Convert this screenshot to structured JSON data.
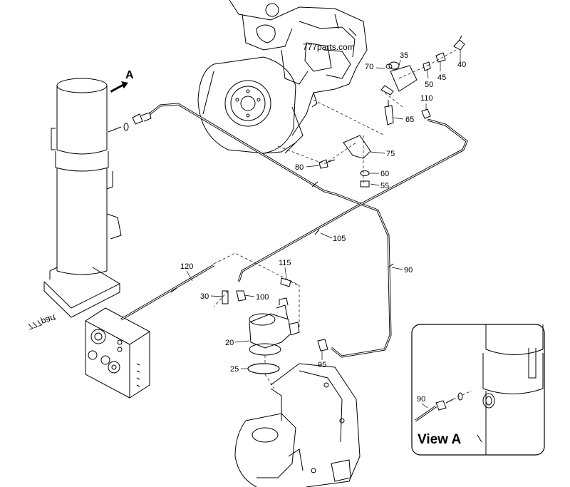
{
  "callouts": {
    "c20": "20",
    "c25": "25",
    "c30": "30",
    "c35": "35",
    "c40": "40",
    "c45": "45",
    "c50": "50",
    "c55": "55",
    "c60": "60",
    "c65": "65",
    "c70": "70",
    "c75": "75",
    "c80": "80",
    "c90": "90",
    "c95": "95",
    "c100": "100",
    "c105": "105",
    "c110": "110",
    "c115": "115",
    "c120": "120",
    "c90_inset": "90"
  },
  "view_letter": "A",
  "inset_title": "View A",
  "watermark_top": "777parts.com",
  "watermark_left": "777part"
}
